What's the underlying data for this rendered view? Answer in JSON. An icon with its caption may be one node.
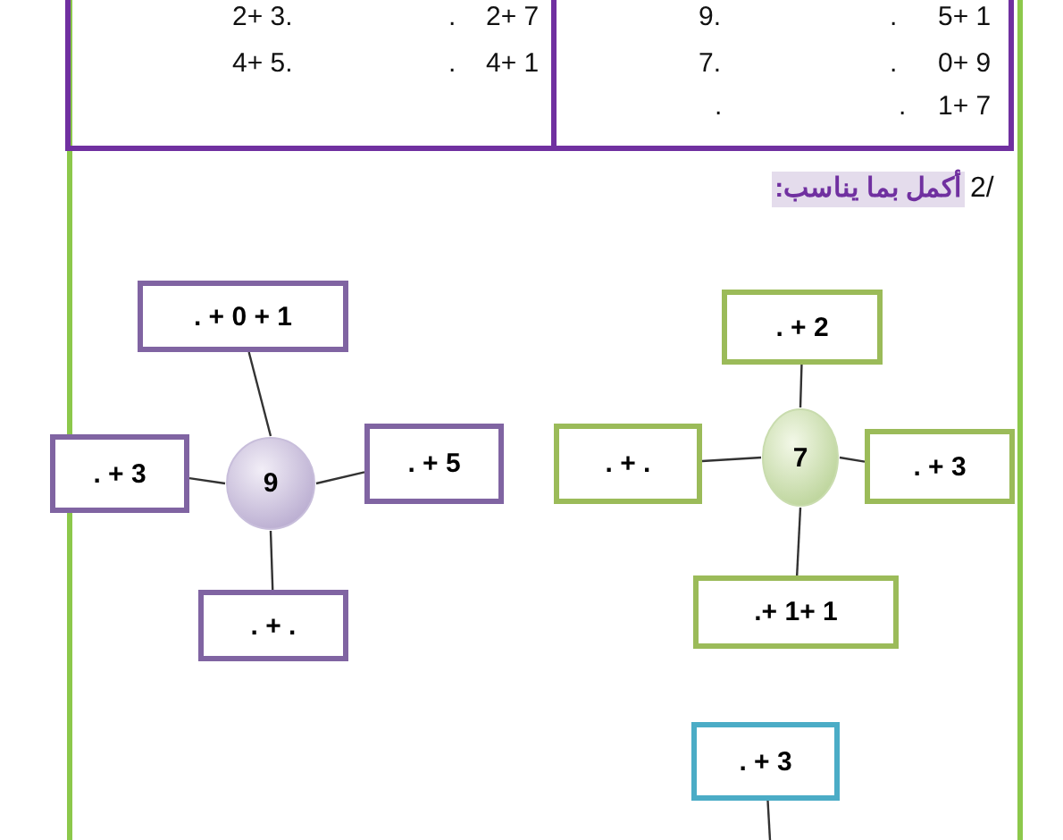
{
  "diagram": {
    "nodes": [
      {
        "text": [
          "9"
        ]
      },
      {
        "text": [
          ". + 0 + 1"
        ]
      },
      {
        "text": [
          ". + 3"
        ]
      },
      {
        "text": [
          ". + 5"
        ]
      },
      {
        "text": [
          ". + ."
        ]
      },
      {
        "text": [
          "7"
        ]
      },
      {
        "text": [
          ". + 2"
        ]
      },
      {
        "text": [
          ". + ."
        ]
      },
      {
        "text": [
          ". + 3"
        ]
      },
      {
        "text": [
          ".+ 1+ 1"
        ]
      },
      {
        "text": [
          ". + 3"
        ]
      }
    ],
    "edges": [
      {
        "from": 0,
        "to": 1,
        "arrow": "none"
      },
      {
        "from": 0,
        "to": 2,
        "arrow": "none"
      },
      {
        "from": 0,
        "to": 3,
        "arrow": "none"
      },
      {
        "from": 0,
        "to": 4,
        "arrow": "none"
      },
      {
        "from": 5,
        "to": 6,
        "arrow": "none"
      },
      {
        "from": 5,
        "to": 7,
        "arrow": "none"
      },
      {
        "from": 5,
        "to": 8,
        "arrow": "none"
      },
      {
        "from": 5,
        "to": 9,
        "arrow": "none"
      },
      {
        "from": 10,
        "to": null,
        "arrow": "none"
      }
    ],
    "labels": [
      "5+ 1",
      ".",
      "9.",
      "2+ 7",
      ".",
      "2+ 3.",
      "0+ 9",
      ".",
      "7.",
      "4+ 1",
      ".",
      "4+ 5.",
      "1+ 7",
      ".",
      ".",
      "2/",
      "أكمل بما يناسب:"
    ]
  }
}
